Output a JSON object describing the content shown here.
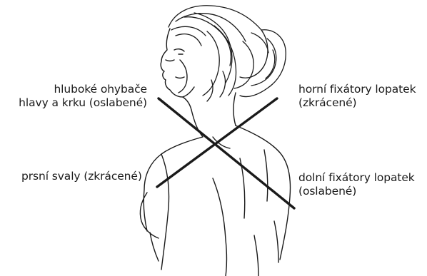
{
  "labels": {
    "deep_flexors": {
      "line1": "hluboké ohybače",
      "line2": "hlavy a krku (oslabené)"
    },
    "upper_fixators": {
      "line1": "horní fixátory lopatek",
      "line2": "(zkrácené)"
    },
    "pectorals": {
      "line1": "prsní svaly (zkrácené)"
    },
    "lower_fixators": {
      "line1": "dolní fixátory lopatek",
      "line2": "(oslabené)"
    }
  },
  "colors": {
    "ink": "#1a1a1a",
    "background": "#ffffff"
  }
}
